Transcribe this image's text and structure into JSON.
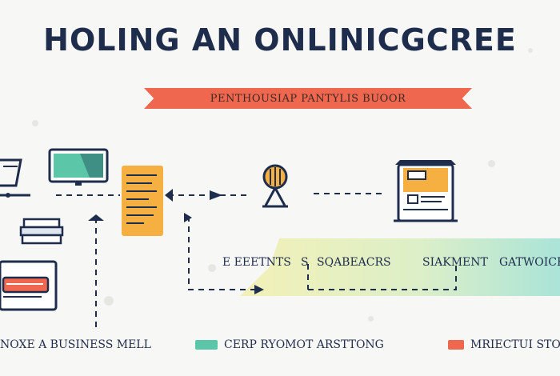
{
  "title": "HOLING AN ONLINICGCREE",
  "ribbon_text": "PENTHOUSIAP PANTYLIS BUOOR",
  "band_labels": [
    "E EEETNTS",
    "S",
    "SQABEACRS",
    "SIAKMENT",
    "GATWOICE"
  ],
  "legend": [
    {
      "label": "NOXE A  BUSINESS MELL",
      "swatch": ""
    },
    {
      "label": "CERP  RYOMOT ARSTTONG",
      "swatch": "#5cc7a8"
    },
    {
      "label": "MRIECTUI STOC",
      "swatch": "#f0674f"
    }
  ],
  "icons": [
    "shopping-cart-icon",
    "monitor-icon",
    "document-icon",
    "stack-icon",
    "lightbulb-icon",
    "laptop-icon",
    "storefront-icon"
  ],
  "colors": {
    "navy": "#1f2d4d",
    "ribbon": "#f0674f",
    "teal": "#5cc7a8",
    "amber": "#f5b041",
    "band_start": "#f3f0b7",
    "band_end": "#a8e3d9"
  }
}
